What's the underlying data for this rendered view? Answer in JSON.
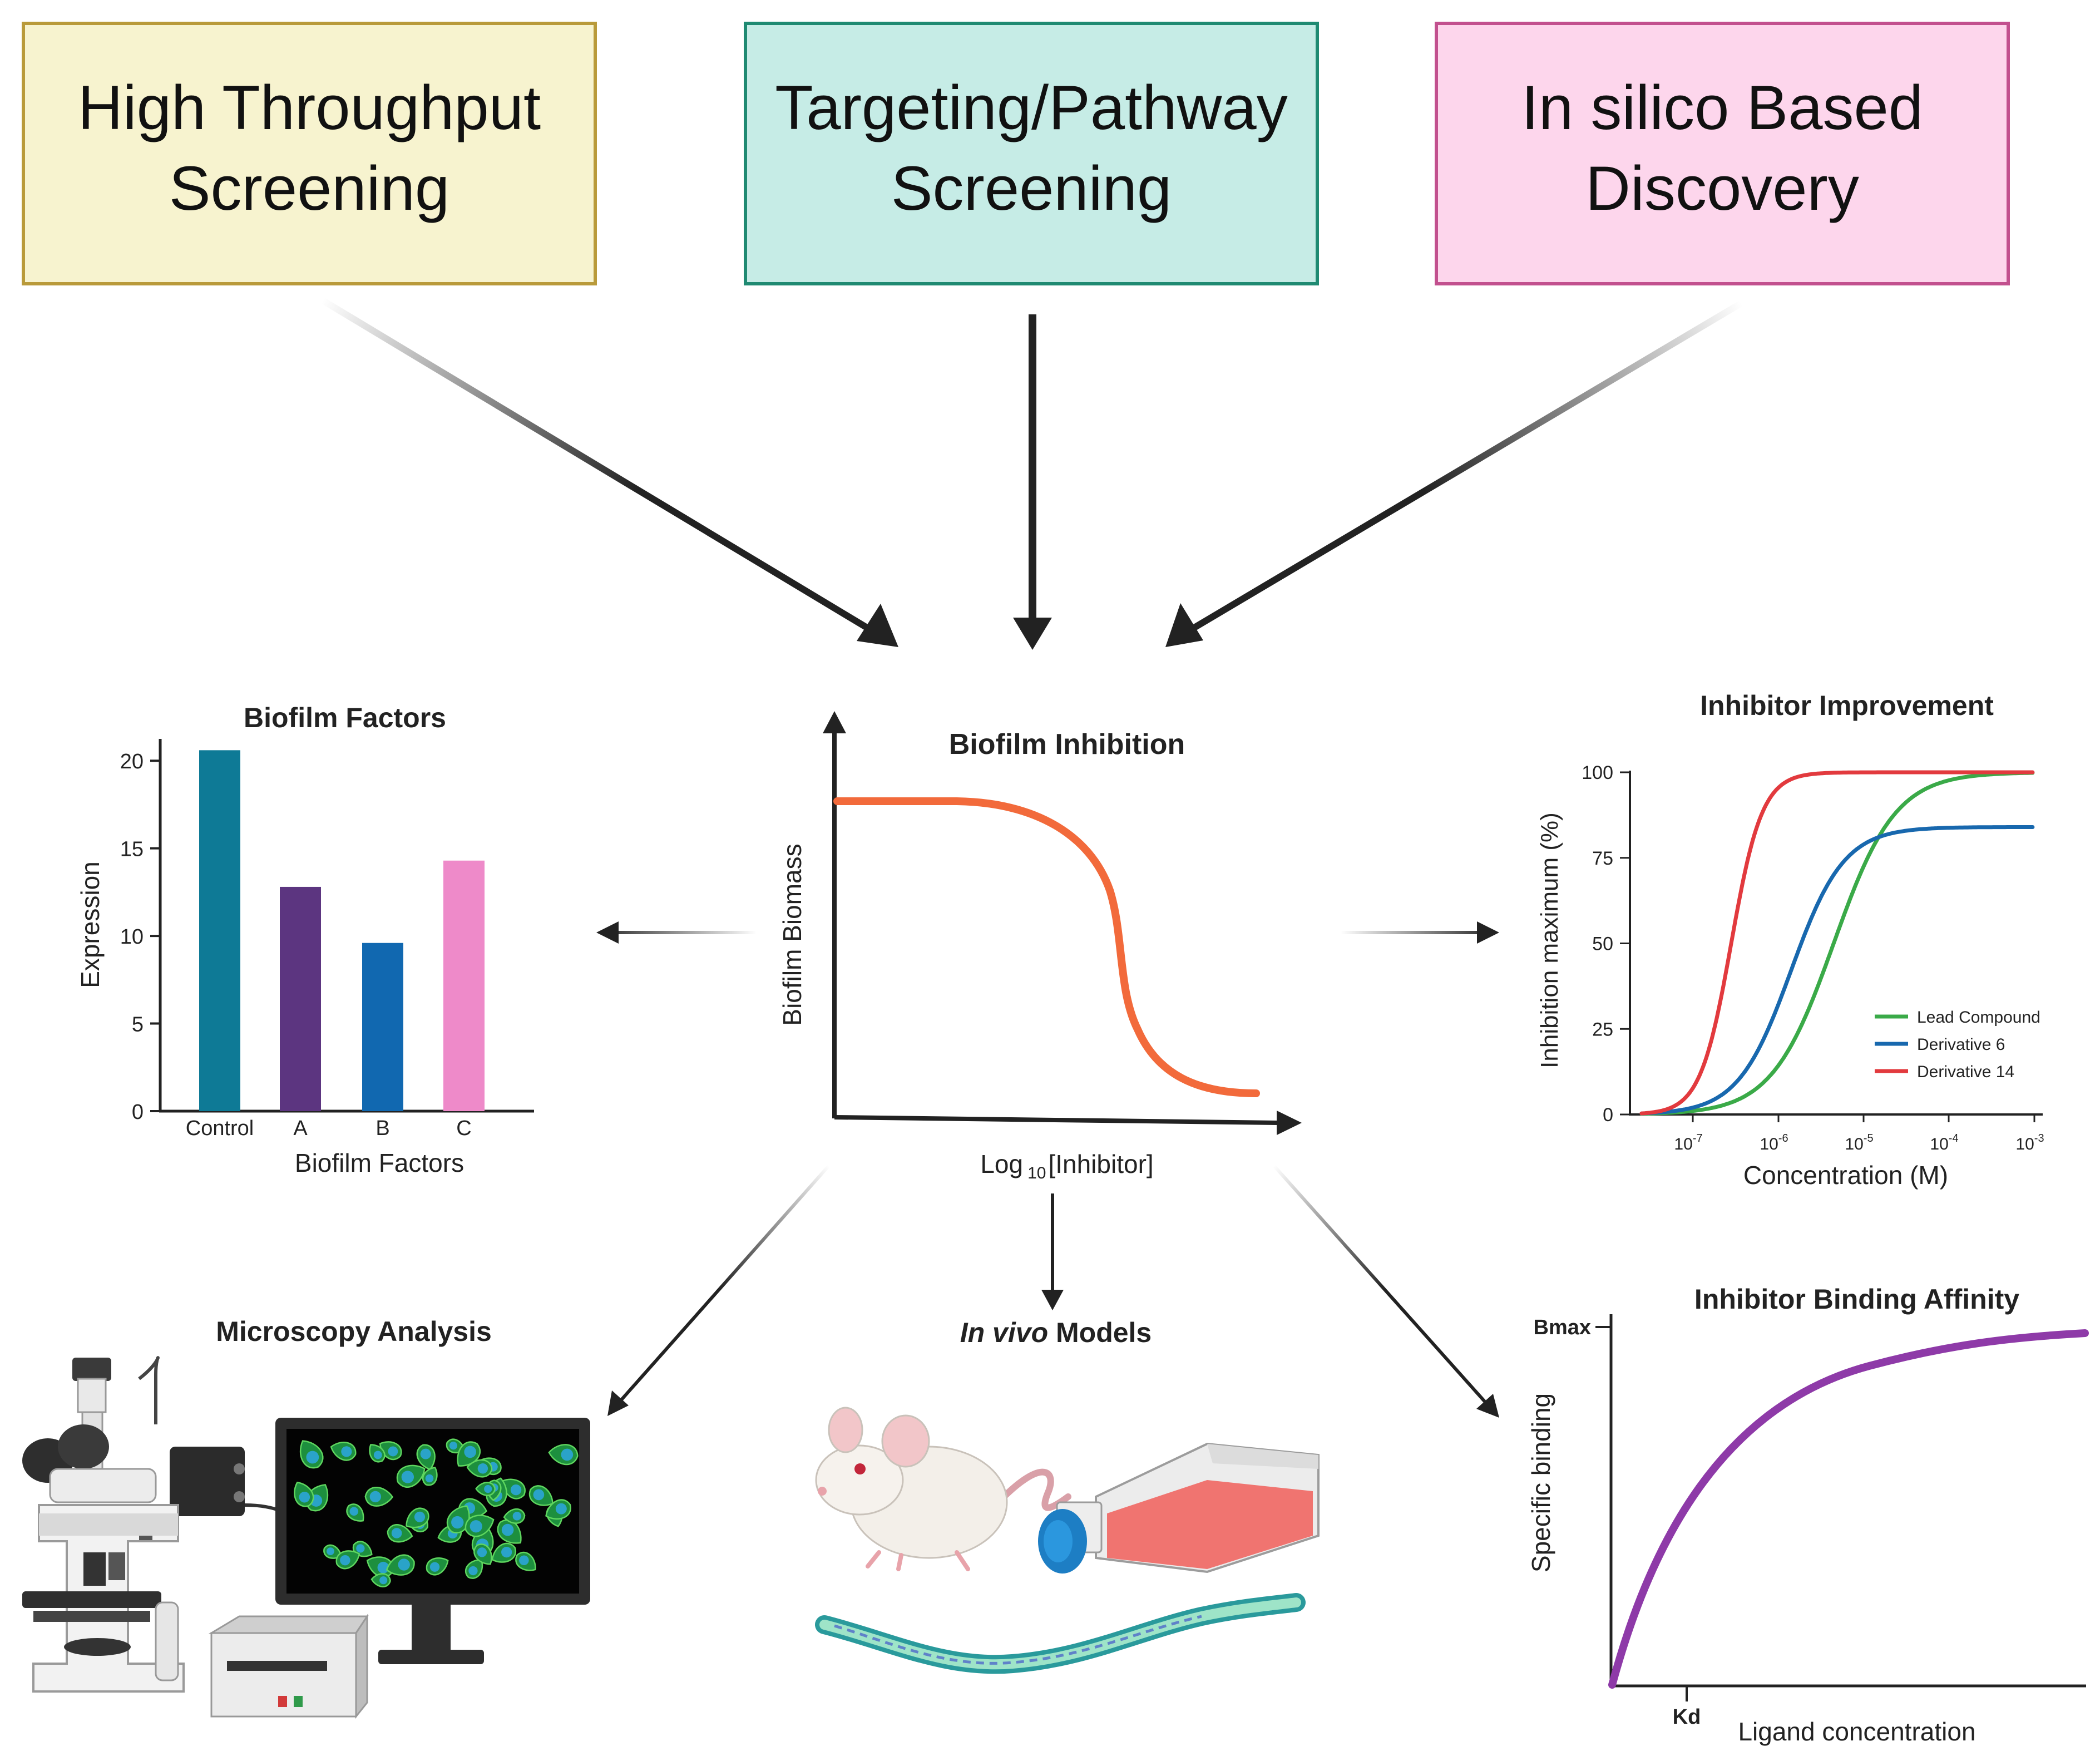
{
  "boxes": {
    "hts": {
      "line1": "High Throughput",
      "line2": "Screening",
      "fill": "#f7f3cf",
      "stroke": "#b99a3a"
    },
    "tps": {
      "line1": "Targeting/Pathway",
      "line2": "Screening",
      "fill": "#c6ece6",
      "stroke": "#1f8a72"
    },
    "isd": {
      "line1": "In silico Based",
      "line2": "Discovery",
      "fill": "#fdd6ec",
      "stroke": "#c2508e"
    }
  },
  "center": {
    "title": "Biofilm Inhibition",
    "ylabel": "Biofilm Biomass",
    "xlabel_prefix": "Log",
    "xlabel_sub": "10",
    "xlabel_suffix": "[Inhibitor]",
    "curve_color": "#f26a3b"
  },
  "factors": {
    "title": "Biofilm Factors",
    "xlabel": "Biofilm Factors",
    "ylabel": "Expression"
  },
  "improvement": {
    "title": "Inhibitor Improvement",
    "xlabel": "Concentration (M)",
    "ylabel": "Inhibition  maximum (%)"
  },
  "binding": {
    "title": "Inhibitor Binding Affinity",
    "xlabel": "Ligand concentration",
    "ylabel": "Specific binding",
    "bmax": "Bmax",
    "kd": "Kd",
    "color": "#8e3aa8"
  },
  "microscopy": {
    "title": "Microscopy Analysis"
  },
  "invivo": {
    "title_italic": "In vivo",
    "title_rest": " Models"
  },
  "chart_data": [
    {
      "type": "bar",
      "title": "Biofilm Factors",
      "xlabel": "Biofilm Factors",
      "ylabel": "Expression",
      "categories": [
        "Control",
        "A",
        "B",
        "C"
      ],
      "values": [
        20.6,
        12.8,
        9.6,
        14.3
      ],
      "colors": [
        "#0e7a96",
        "#5c3580",
        "#1168b0",
        "#ee8ac9"
      ],
      "yticks": [
        0,
        5,
        10,
        15,
        20
      ],
      "ylim": [
        0,
        21.5
      ]
    },
    {
      "type": "line",
      "title": "Inhibitor Improvement",
      "xlabel": "Concentration (M)",
      "ylabel": "Inhibition  maximum (%)",
      "xscale": "log",
      "xticks": [
        {
          "base": "10",
          "exp": "-7"
        },
        {
          "base": "10",
          "exp": "-6"
        },
        {
          "base": "10",
          "exp": "-5"
        },
        {
          "base": "10",
          "exp": "-4"
        },
        {
          "base": "10",
          "exp": "-3"
        }
      ],
      "yticks": [
        0,
        25,
        50,
        75,
        100
      ],
      "ylim": [
        0,
        100
      ],
      "legend_position": "lower-right",
      "series": [
        {
          "name": "Lead Compound",
          "color": "#3aaa48",
          "top": 100,
          "log_ec50": -5.35,
          "hill": 1.2
        },
        {
          "name": "Derivative 6",
          "color": "#1868ae",
          "top": 84,
          "log_ec50": -5.85,
          "hill": 1.4
        },
        {
          "name": "Derivative 14",
          "color": "#e23a3e",
          "top": 100,
          "log_ec50": -6.55,
          "hill": 2.4
        }
      ]
    }
  ]
}
